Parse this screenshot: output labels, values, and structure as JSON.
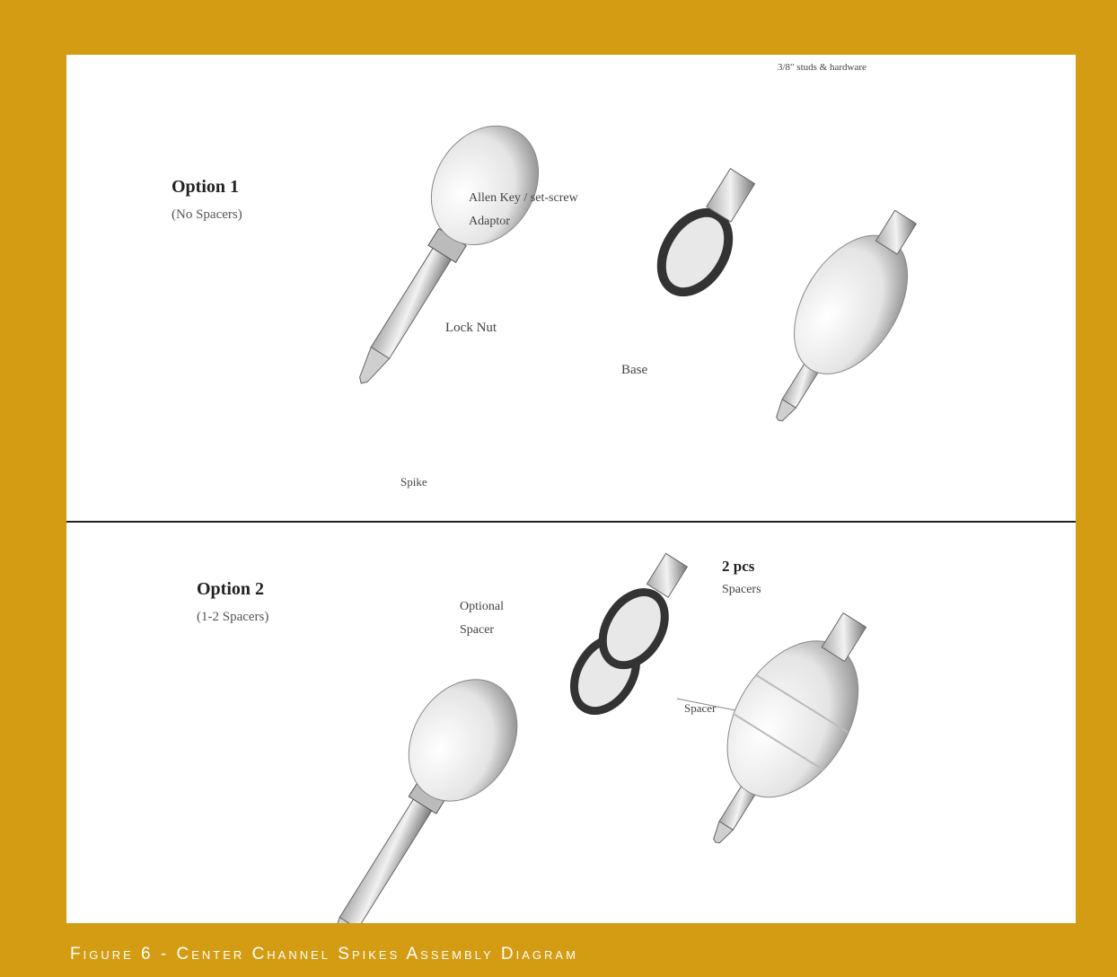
{
  "diagram": {
    "corner_note": "3/8\" studs & hardware",
    "option1": {
      "title": "Option 1",
      "subtitle": "(No Spacers)",
      "labels": {
        "spacer": "Allen Key / set-screw",
        "spacer2": "Adaptor",
        "nut": "Lock Nut",
        "base": "Base",
        "spike": "Spike"
      }
    },
    "option2": {
      "title": "Option 2",
      "subtitle": "(1-2 Spacers)",
      "labels": {
        "optional": "Optional",
        "optional2": "Spacer",
        "spacers": "2 pcs",
        "spacers2": "Spacers",
        "spacer": "Spacer"
      }
    }
  },
  "caption": "Figure 6 - Center Channel Spikes Assembly Diagram",
  "colors": {
    "frame": "#d39c12",
    "panel": "#ffffff",
    "divider": "#222222",
    "metal": "#dddddd",
    "dark_ring": "#333333"
  }
}
